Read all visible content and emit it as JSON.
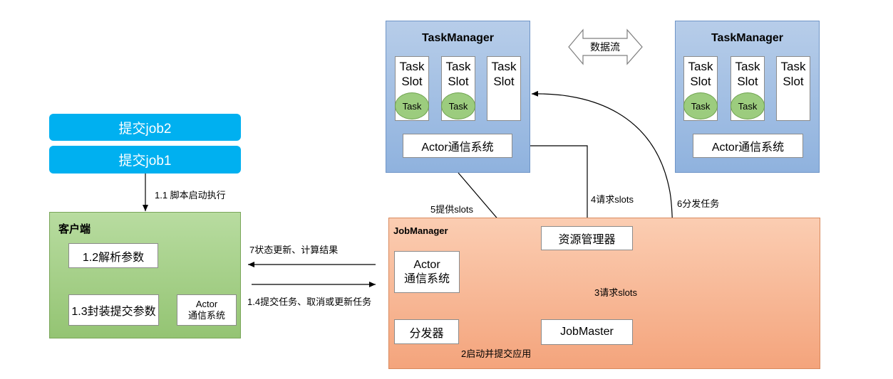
{
  "jobs": {
    "job2": "提交job2",
    "job1": "提交job1"
  },
  "client": {
    "title": "客户端",
    "parse_params": "1.2解析参数",
    "wrap_params": "1.3封装提交参数",
    "actor": "Actor\n通信系统"
  },
  "taskmanager_left": {
    "title": "TaskManager",
    "slots": [
      {
        "label": "Task\nSlot",
        "task": "Task"
      },
      {
        "label": "Task\nSlot",
        "task": "Task"
      },
      {
        "label": "Task\nSlot",
        "task": ""
      }
    ],
    "actor": "Actor通信系统"
  },
  "taskmanager_right": {
    "title": "TaskManager",
    "slots": [
      {
        "label": "Task\nSlot",
        "task": "Task"
      },
      {
        "label": "Task\nSlot",
        "task": "Task"
      },
      {
        "label": "Task\nSlot",
        "task": ""
      }
    ],
    "actor": "Actor通信系统"
  },
  "dataflow": "数据流",
  "jobmanager": {
    "title": "JobManager",
    "actor": "Actor\n通信系统",
    "dispatcher": "分发器",
    "jobmaster": "JobMaster",
    "resource_manager": "资源管理器"
  },
  "edges": {
    "e1_1": "1.1 脚本启动执行",
    "e7": "7状态更新、计算结果",
    "e1_4": "1.4提交任务、取消或更新任务",
    "e2": "2启动并提交应用",
    "e3": "3请求slots",
    "e4": "4请求slots",
    "e5": "5提供slots",
    "e6": "6分发任务"
  },
  "colors": {
    "job_blue": "#00b0f0",
    "client_green": "#a9d18e",
    "taskmanager_blue": "#9dbbe3",
    "jobmanager_orange": "#f7b896",
    "task_green": "#9ccc7e"
  }
}
